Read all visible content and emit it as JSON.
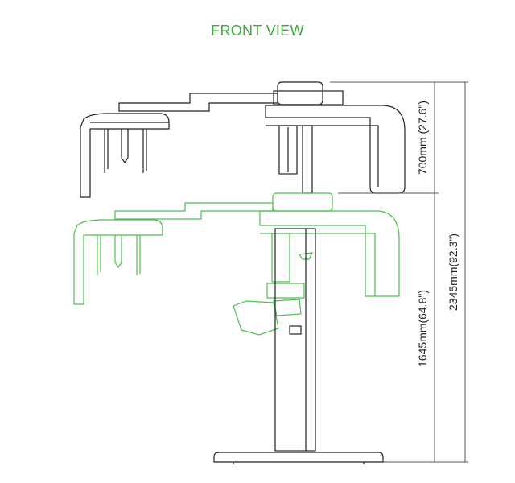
{
  "title": "FRONT VIEW",
  "dimensions": {
    "upper_travel": "700mm (27.6\")",
    "total_height": "2345mm(92.3\")",
    "lowest_height": "1645mm(64.8\")"
  },
  "colors": {
    "title": "#3aab3a",
    "upper_position": "#222222",
    "lower_position": "#4cc04c",
    "dimension_lines": "#555555"
  },
  "views": {
    "upper_position": "unit-at-maximum-height",
    "lower_position": "unit-at-minimum-height"
  }
}
